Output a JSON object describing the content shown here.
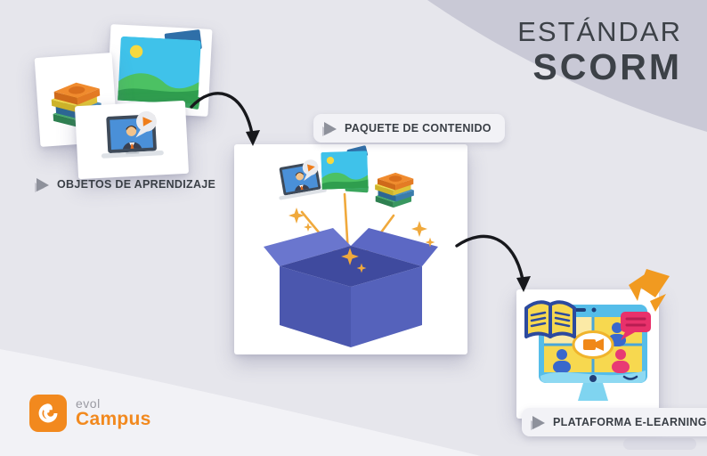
{
  "title": {
    "line1": "ESTÁNDAR",
    "line2": "SCORM"
  },
  "steps": [
    {
      "label": "OBJETOS DE APRENDIZAJE"
    },
    {
      "label": "PAQUETE DE CONTENIDO"
    },
    {
      "label": "PLATAFORMA E-LEARNING"
    }
  ],
  "logo": {
    "name": "evol",
    "product": "Campus"
  },
  "colors": {
    "background": "#e6e6ec",
    "blob_top_right": "#c9c9d6",
    "wave_bottom_left": "#f2f2f6",
    "title_text": "#3c4147",
    "box_indigo": "#5562bb",
    "spark_gold": "#f0a93c",
    "accent_orange": "#f2891e",
    "monitor_blue": "#55bde9",
    "screen_yellow": "#f7d84f",
    "person_pink": "#e83a74",
    "person_blue": "#3968cc"
  }
}
